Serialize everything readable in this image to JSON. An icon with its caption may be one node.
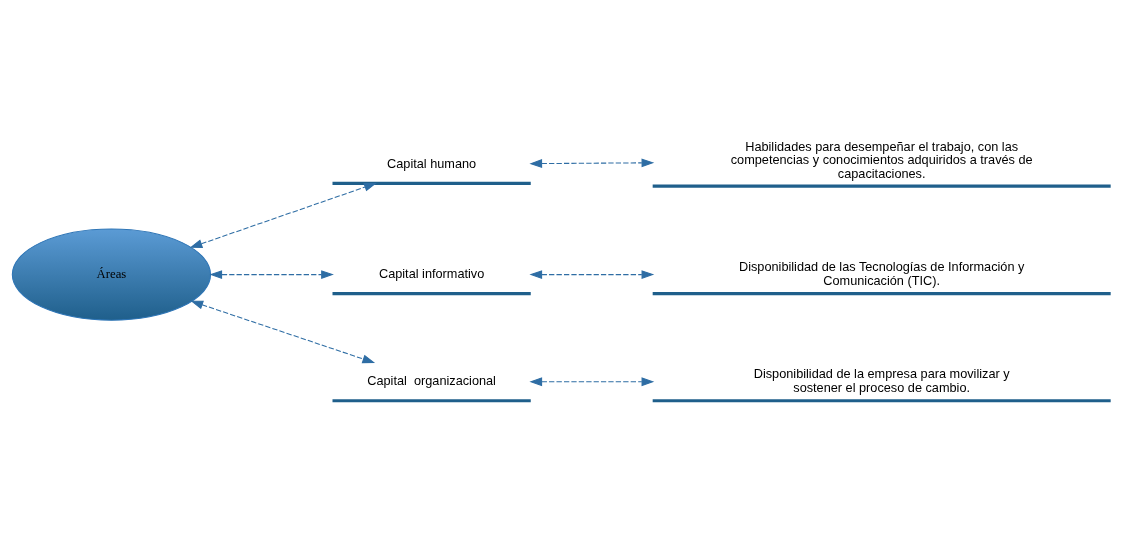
{
  "diagram": {
    "nodes": [
      {
        "text": [
          "Áreas"
        ]
      },
      {
        "text": [
          "Capital humano"
        ]
      },
      {
        "text": [
          "Capital informativo"
        ]
      },
      {
        "text": [
          "Capital  organizacional"
        ]
      },
      {
        "text": [
          "Habilidades para desempeñar el trabajo, con las competencias y conocimientos adquiridos a través de capacitaciones."
        ]
      },
      {
        "text": [
          "Disponibilidad de las Tecnologías de Información y Comunicación (TIC)."
        ]
      },
      {
        "text": [
          "Disponibilidad de la empresa para movilizar y sostener el proceso de cambio."
        ]
      }
    ],
    "edges": [
      {
        "from": 0,
        "to": 1,
        "arrow": "both",
        "style": "dashed"
      },
      {
        "from": 0,
        "to": 2,
        "arrow": "both",
        "style": "dashed"
      },
      {
        "from": 0,
        "to": 3,
        "arrow": "both",
        "style": "dashed"
      },
      {
        "from": 1,
        "to": 4,
        "arrow": "both",
        "style": "dashed"
      },
      {
        "from": 2,
        "to": 5,
        "arrow": "both",
        "style": "dashed"
      },
      {
        "from": 3,
        "to": 6,
        "arrow": "both",
        "style": "dashed"
      }
    ]
  }
}
